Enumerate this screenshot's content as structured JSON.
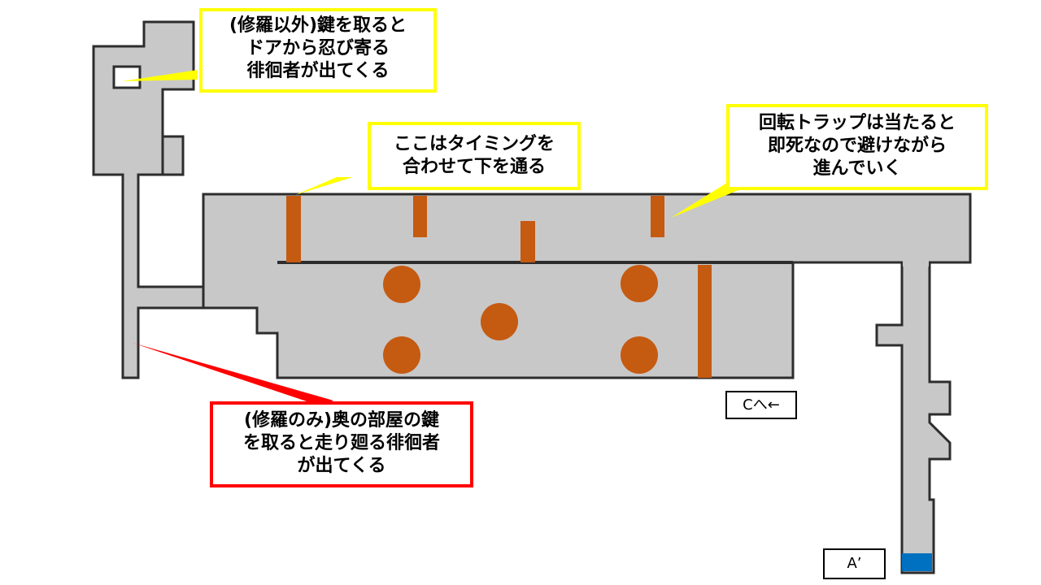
{
  "callouts": {
    "top_left": {
      "lines": [
        "(修羅以外)鍵を取ると",
        "ドアから忍び寄る",
        "徘徊者が出てくる"
      ],
      "border_color": "#ffff00"
    },
    "timing": {
      "lines": [
        "ここはタイミングを",
        "合わせて下を通る"
      ],
      "border_color": "#ffff00"
    },
    "rotating_trap": {
      "lines": [
        "回転トラップは当たると",
        "即死なので避けながら",
        "進んでいく"
      ],
      "border_color": "#ffff00"
    },
    "shura_only": {
      "lines": [
        "(修羅のみ)奥の部屋の鍵",
        "を取ると走り廻る徘徊者",
        "が出てくる"
      ],
      "border_color": "#ff0000"
    }
  },
  "markers": {
    "to_c": "Cへ←",
    "a_prime": "A’"
  },
  "colors": {
    "floor": "#c8c8c8",
    "wall": "#2d2d2d",
    "trap": "#c55a11",
    "exit": "#0070c0",
    "yellow_pointer": "#ffff00",
    "red_pointer": "#ff0000"
  },
  "icons": {
    "trap_bar": "rotating-trap-bar",
    "trap_disc": "rotating-trap-disc",
    "exit": "exit-tile"
  }
}
